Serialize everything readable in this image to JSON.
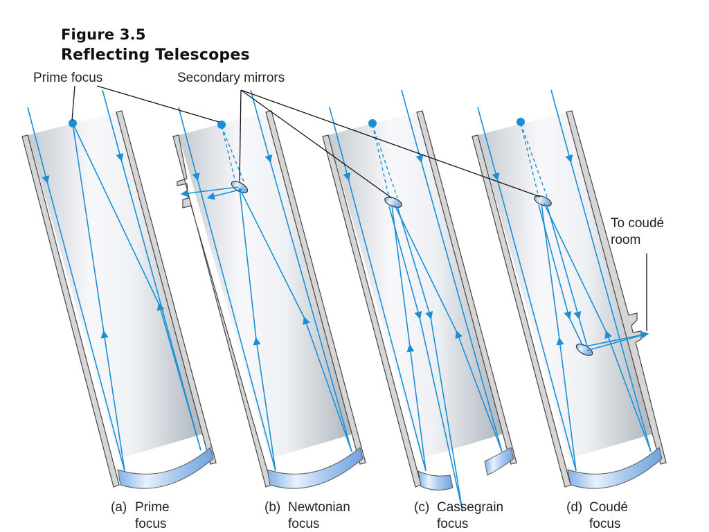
{
  "figure": {
    "number": "Figure 3.5",
    "title": "Reflecting Telescopes"
  },
  "labels": {
    "prime_focus": "Prime focus",
    "secondary_mirrors": "Secondary mirrors",
    "to_coude_room_line1": "To coudé",
    "to_coude_room_line2": "room"
  },
  "panels": [
    {
      "letter": "(a)",
      "name_line1": "Prime",
      "name_line2": "focus"
    },
    {
      "letter": "(b)",
      "name_line1": "Newtonian",
      "name_line2": "focus"
    },
    {
      "letter": "(c)",
      "name_line1": "Cassegrain",
      "name_line2": "focus"
    },
    {
      "letter": "(d)",
      "name_line1": "Coudé",
      "name_line2": "focus"
    }
  ],
  "colors": {
    "ray": "#1a8fd6",
    "focus_dot": "#1a8fd6",
    "tube_light": "#f4f6f8",
    "tube_dark": "#b9c0c7",
    "mirror": "#a9c9ee"
  }
}
